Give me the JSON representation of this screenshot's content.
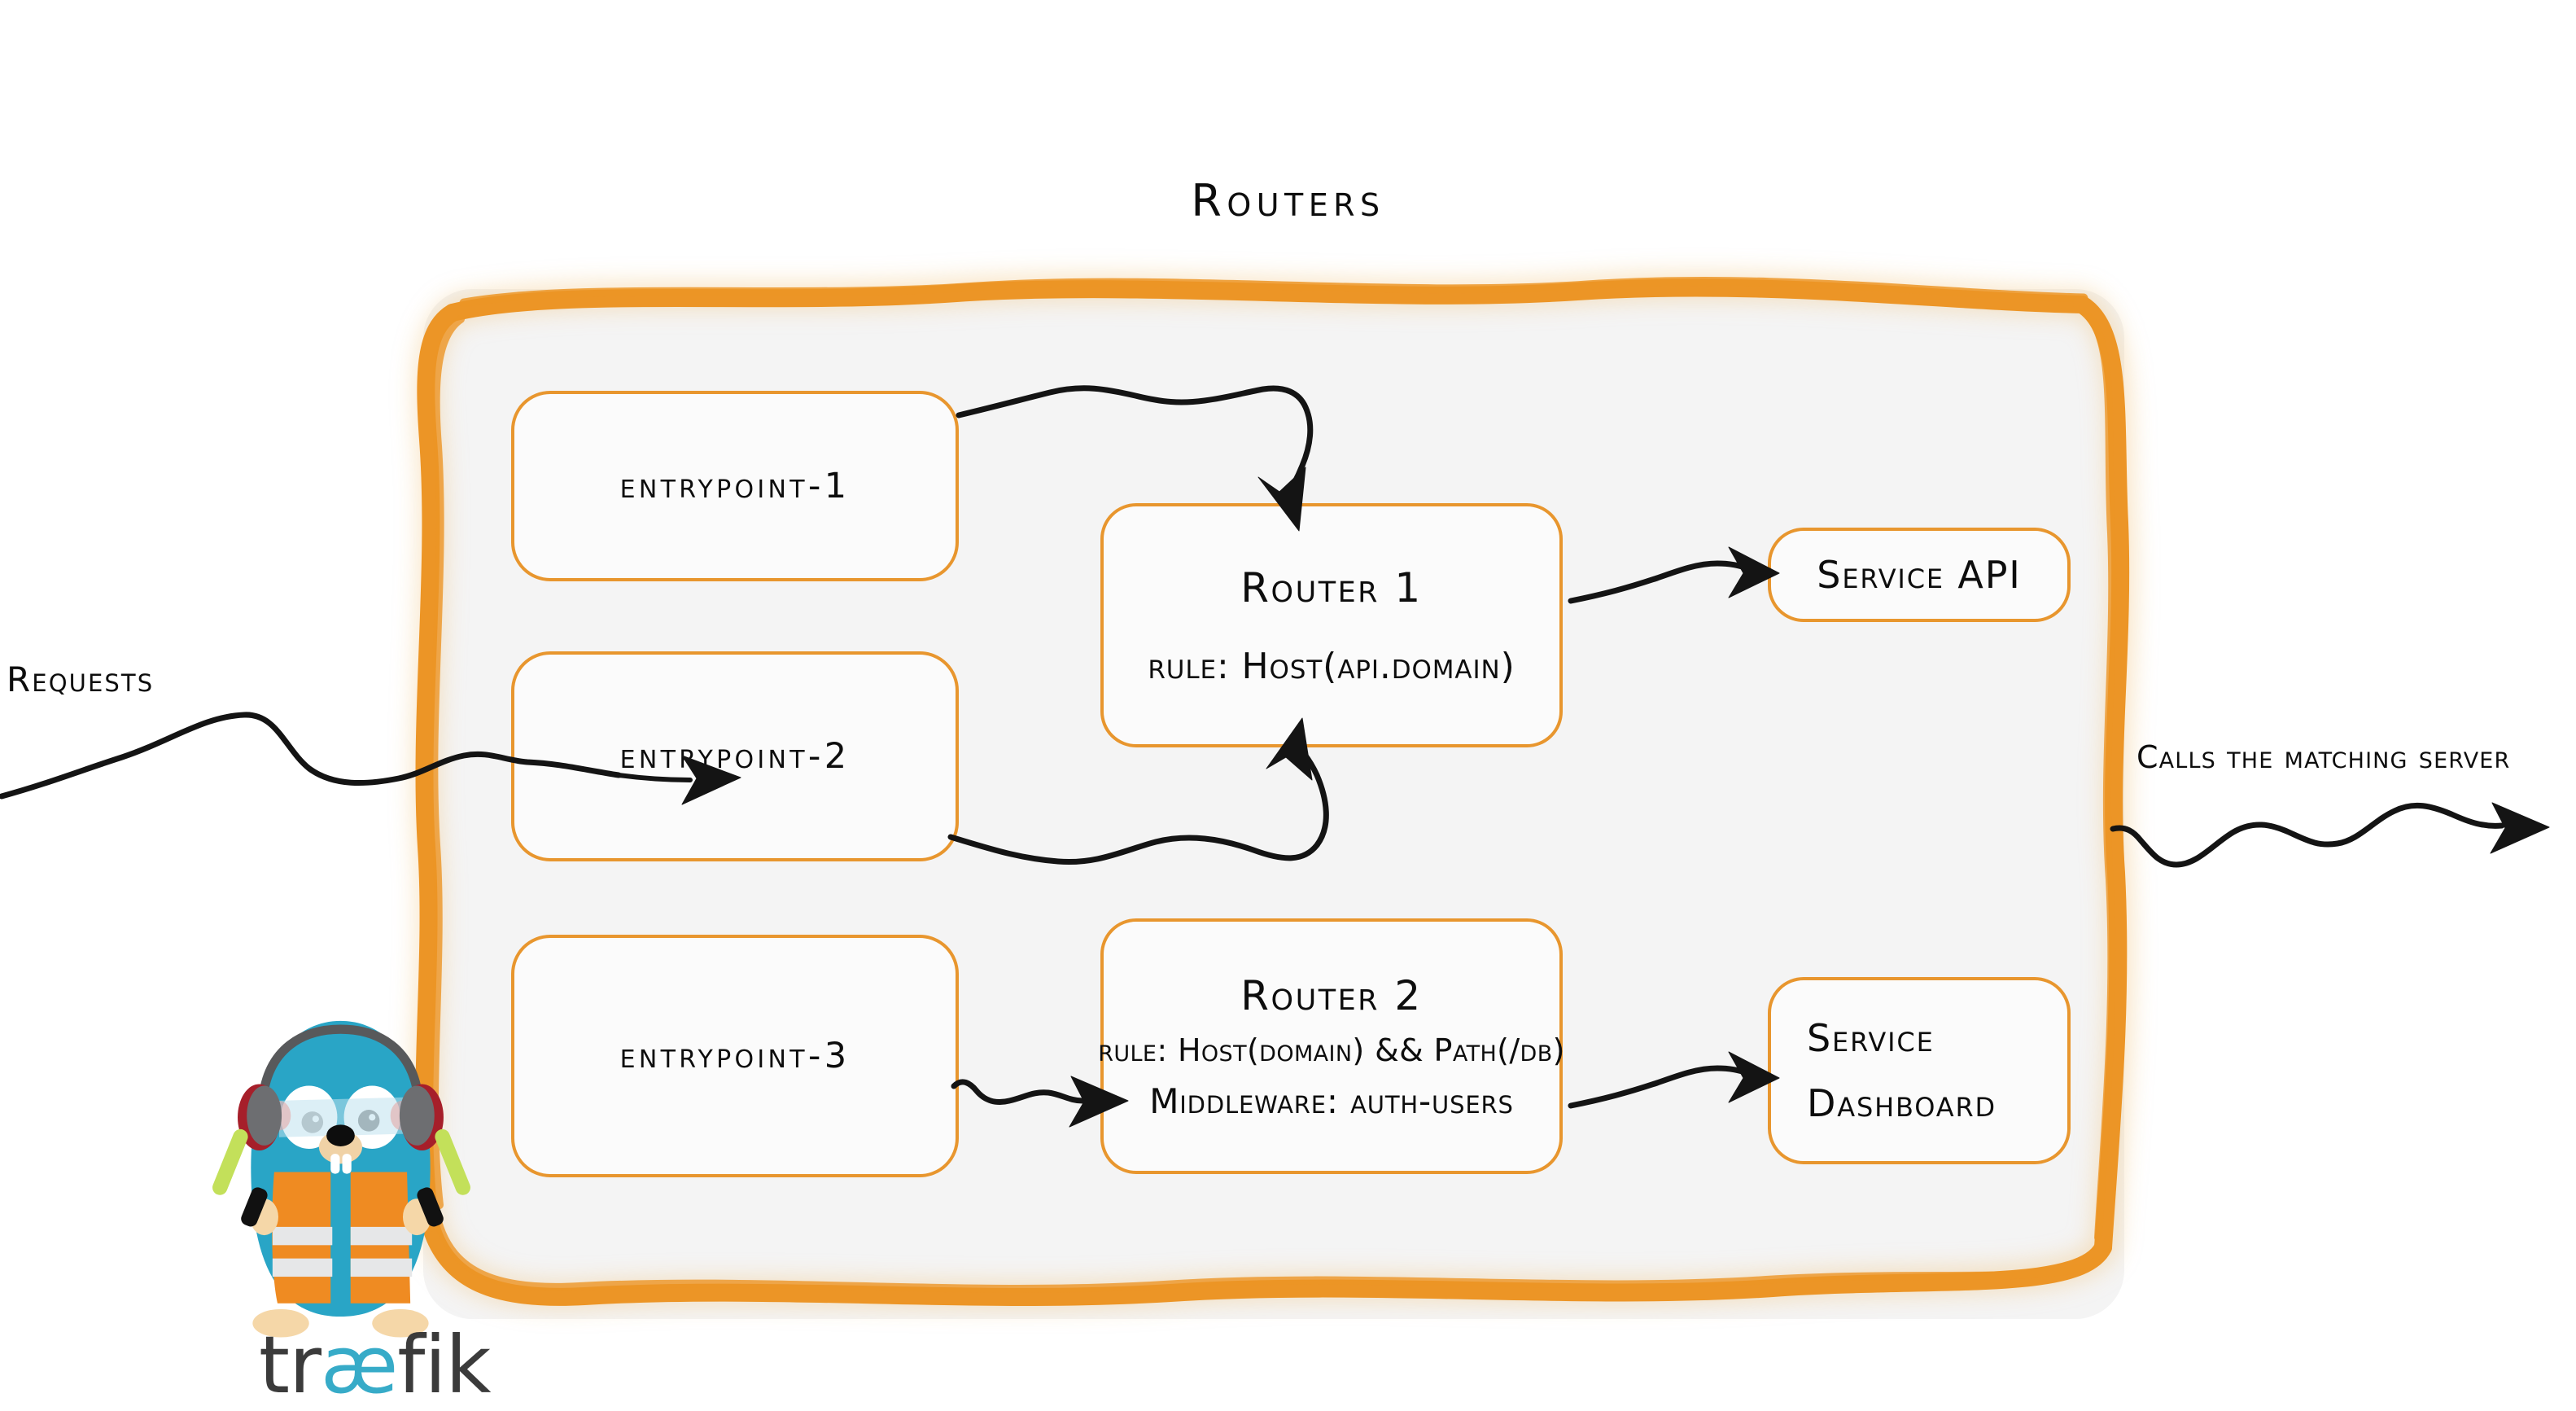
{
  "diagram": {
    "title": "Routers",
    "brand": {
      "wordmark_pre": "tr",
      "wordmark_ae": "æ",
      "wordmark_post": "fik",
      "mascot": "traefik-gopher-mascot"
    },
    "colors": {
      "accent_orange": "#e8962e",
      "container_fill": "#f4f4f4",
      "box_fill": "#fbfbfb",
      "ink": "#0d0d0d",
      "traefik_blue": "#37abc8",
      "wordmark_gray": "#3b3b3b",
      "vest_orange": "#ef8b22",
      "wand_green": "#c3e05a",
      "headphone_gray": "#58595b",
      "headphone_red": "#a61f2a",
      "skin_tan": "#f5d7a8"
    },
    "edge_labels": {
      "left": "Requests",
      "right": "Calls the matching server"
    },
    "entrypoints": [
      {
        "label": "entrypoint-1"
      },
      {
        "label": "entrypoint-2"
      },
      {
        "label": "entrypoint-3"
      }
    ],
    "routers": [
      {
        "name": "Router 1",
        "lines": [
          {
            "key": "rule",
            "text": "rule: Host(api.domain)"
          }
        ]
      },
      {
        "name": "Router 2",
        "lines": [
          {
            "key": "rule",
            "text": "rule: Host(domain) && Path(/db)"
          },
          {
            "key": "middleware",
            "text": "Middleware: auth-users"
          }
        ]
      }
    ],
    "services": [
      {
        "label": "Service API",
        "lines": [
          "Service API"
        ]
      },
      {
        "label": "Service Dashboard",
        "lines": [
          "Service",
          "Dashboard"
        ]
      }
    ],
    "arrows": [
      {
        "name": "requests-to-container"
      },
      {
        "name": "entrypoint-1-to-router-1"
      },
      {
        "name": "entrypoint-2-to-router-1"
      },
      {
        "name": "entrypoint-3-to-router-2"
      },
      {
        "name": "router-1-to-service-api"
      },
      {
        "name": "router-2-to-service-dashboard"
      },
      {
        "name": "container-to-matching-server"
      }
    ]
  }
}
